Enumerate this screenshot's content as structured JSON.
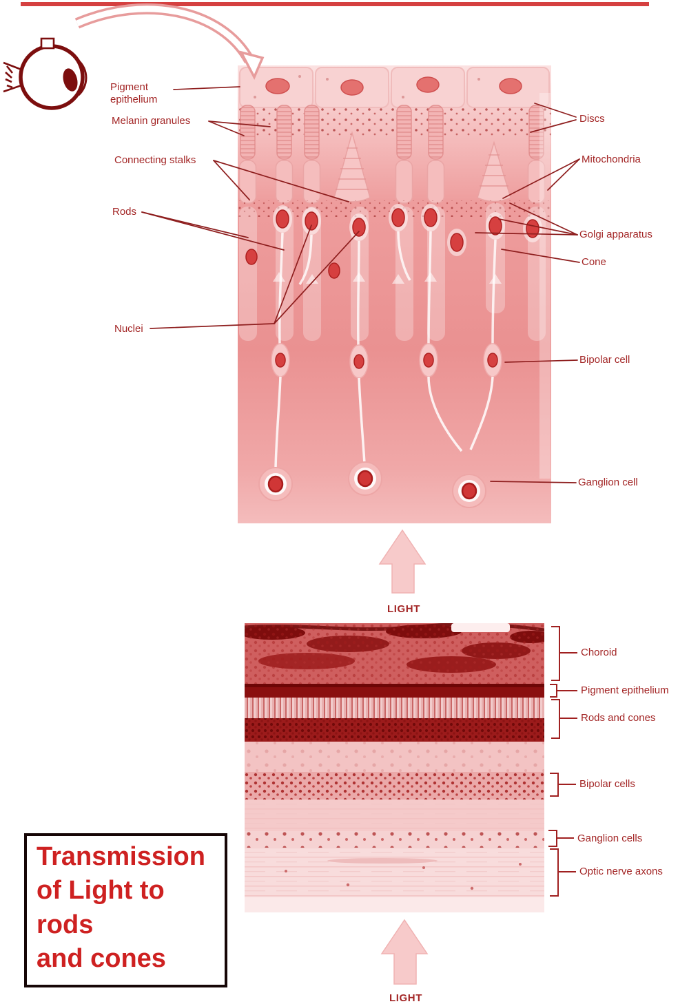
{
  "colors": {
    "label_text": "#a32626",
    "leader_line": "#8e1e1e",
    "caption_text": "#ce2121",
    "caption_border": "#160606",
    "illustration_pink": "#ee9d9d",
    "dark_red": "#7c0e0e",
    "light_arrow": "#f7caca"
  },
  "figure1": {
    "left_labels": {
      "pigment_epithelium": "Pigment epithelium",
      "melanin_granules": "Melanin granules",
      "connecting_stalks": "Connecting stalks",
      "rods": "Rods",
      "nuclei": "Nuclei"
    },
    "right_labels": {
      "discs": "Discs",
      "mitochondria": "Mitochondria",
      "golgi_apparatus": "Golgi apparatus",
      "cone": "Cone",
      "bipolar_cell": "Bipolar cell",
      "ganglion_cell": "Ganglion cell"
    },
    "light_label": "LIGHT"
  },
  "figure2": {
    "labels": {
      "choroid": "Choroid",
      "pigment_epithelium": "Pigment epithelium",
      "rods_and_cones": "Rods and cones",
      "bipolar_cells": "Bipolar cells",
      "ganglion_cells": "Ganglion cells",
      "optic_nerve_axons": "Optic nerve axons"
    },
    "light_label": "LIGHT"
  },
  "caption": {
    "full_text": "Transmission of Light to rods and cones",
    "lines": [
      "Transmission",
      "of Light to",
      "rods",
      "and cones"
    ]
  }
}
